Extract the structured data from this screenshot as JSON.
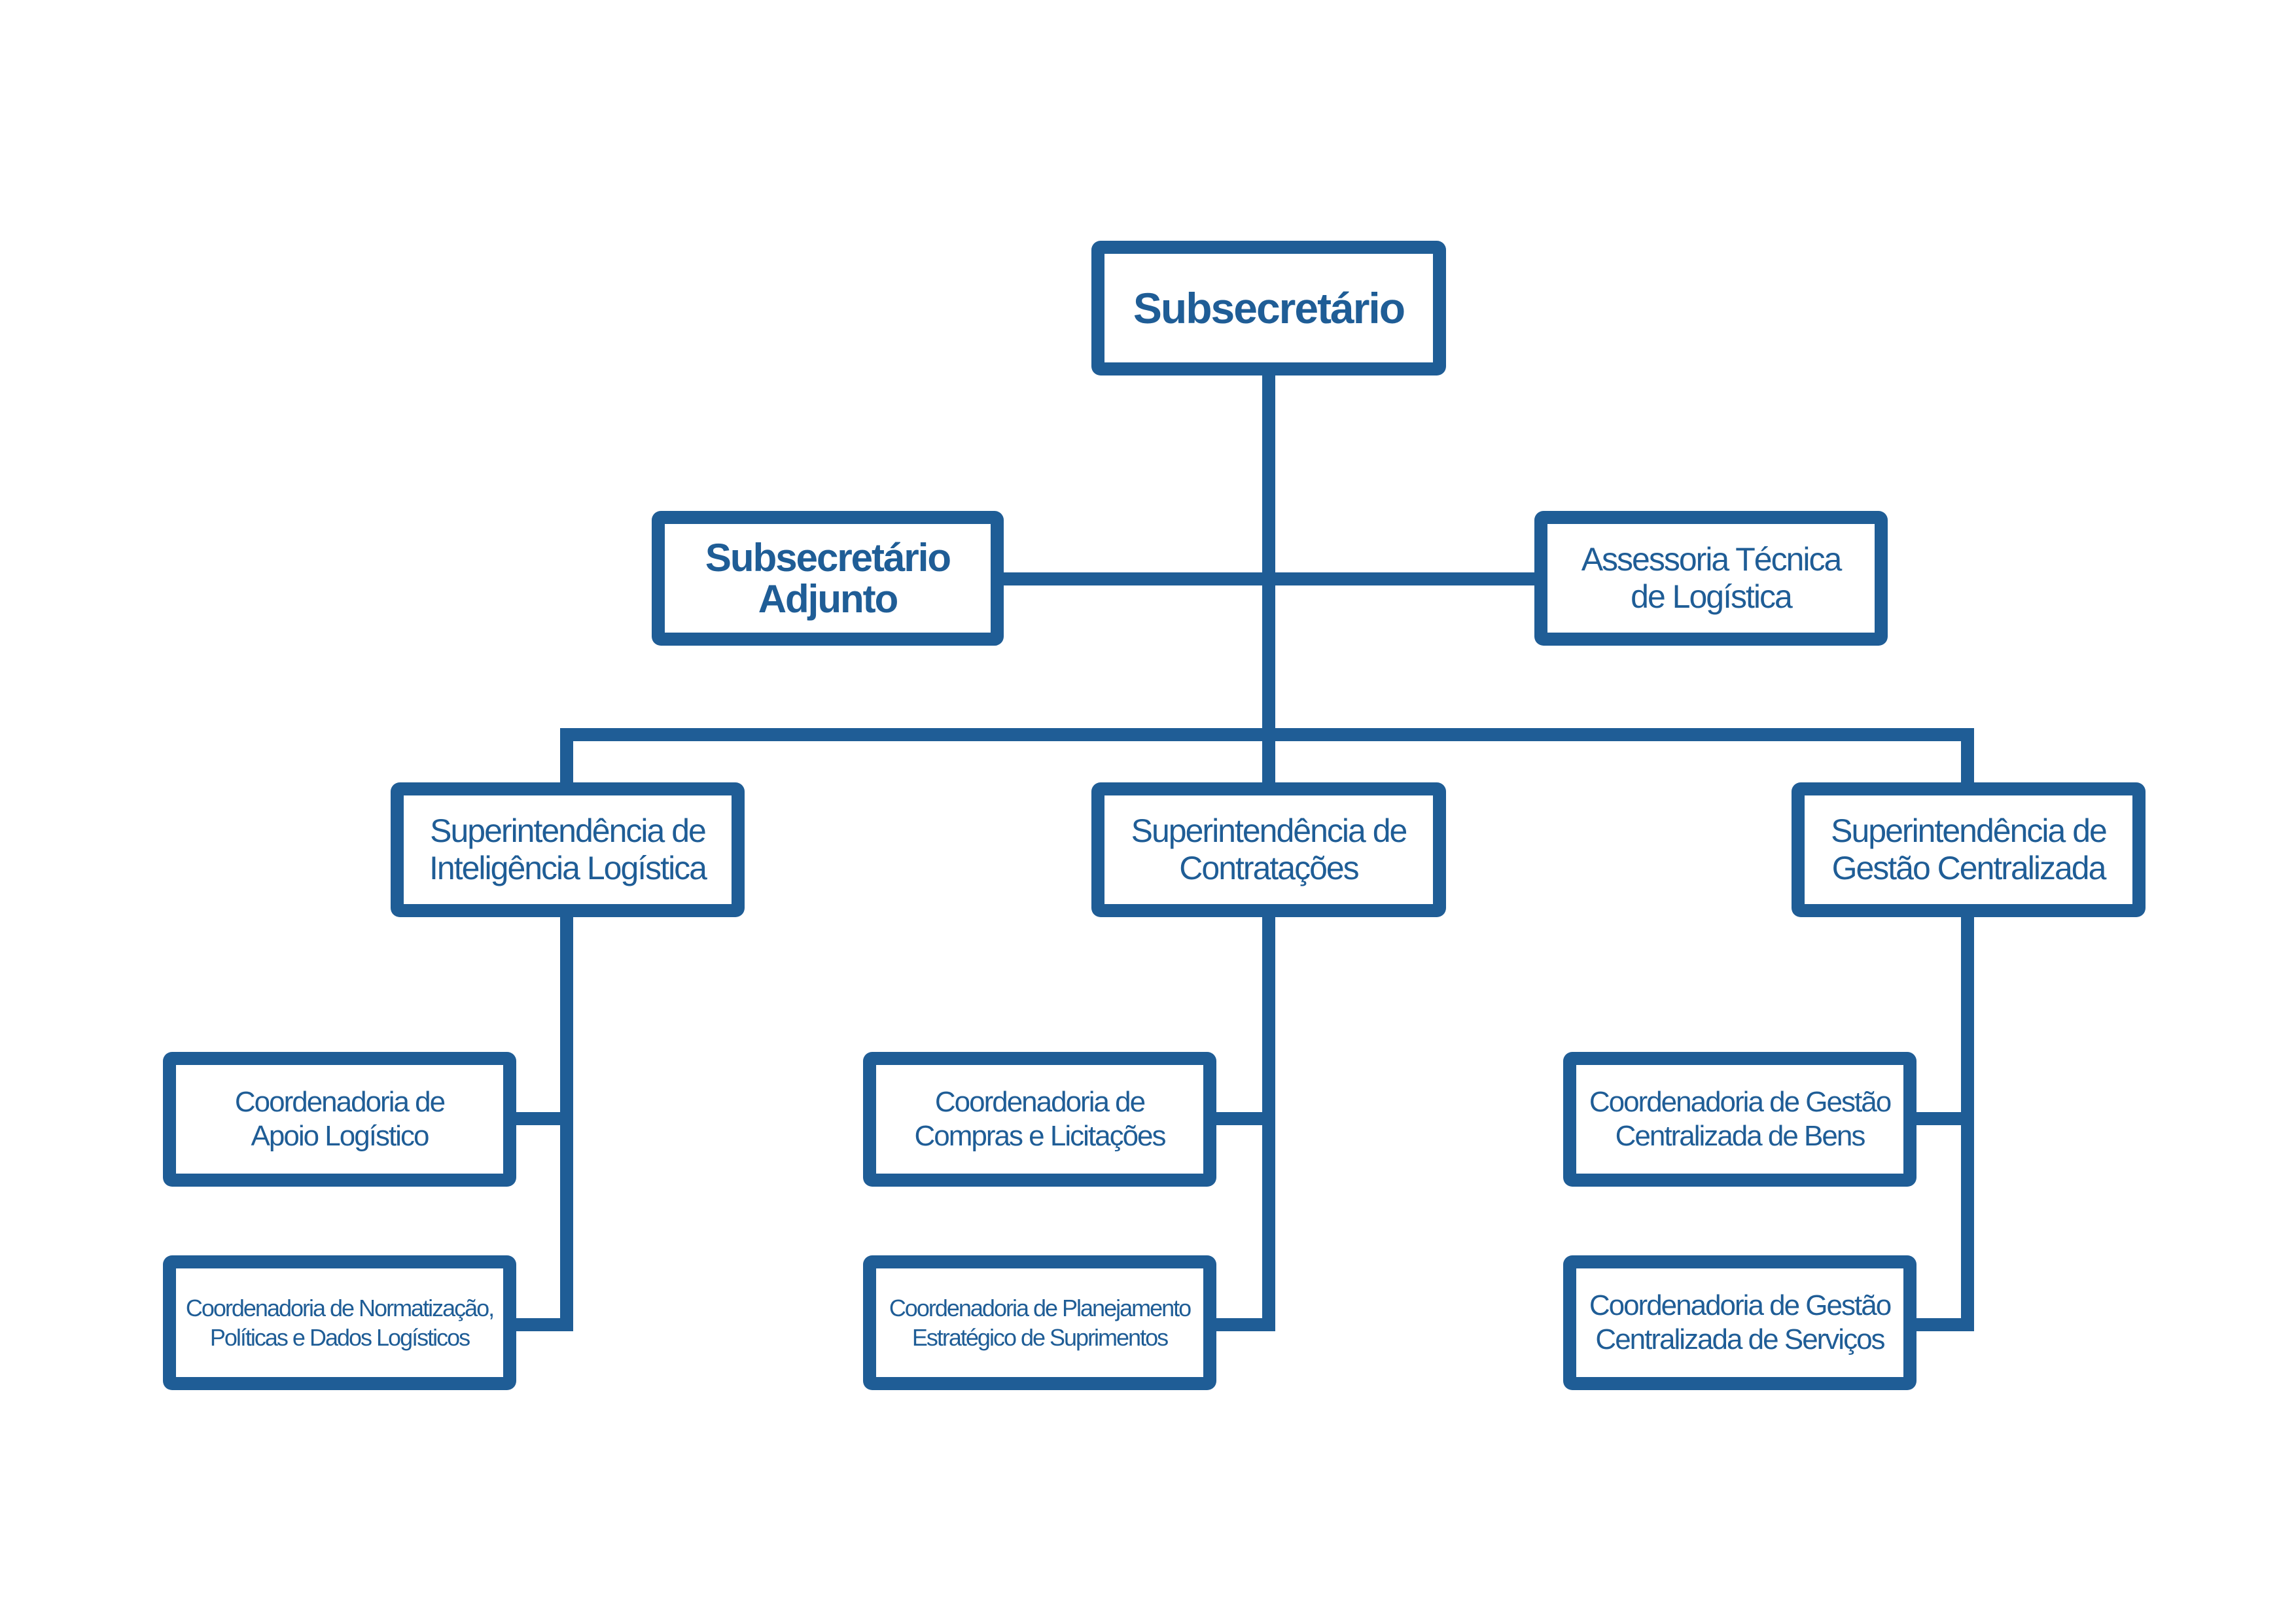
{
  "colors": {
    "accent": "#1f5d96",
    "background": "#ffffff"
  },
  "org": {
    "head": "Subsecretário",
    "deputy": "Subsecretário\nAdjunto",
    "advisory": "Assessoria Técnica\nde Logística",
    "superintendencies": [
      {
        "label": "Superintendência de\nInteligência Logística",
        "coordinations": [
          "Coordenadoria de\nApoio Logístico",
          "Coordenadoria de Normatização,\nPolíticas e Dados Logísticos"
        ]
      },
      {
        "label": "Superintendência de\nContratações",
        "coordinations": [
          "Coordenadoria de\nCompras e Licitações",
          "Coordenadoria de Planejamento\nEstratégico de Suprimentos"
        ]
      },
      {
        "label": "Superintendência de\nGestão Centralizada",
        "coordinations": [
          "Coordenadoria de Gestão\nCentralizada de Bens",
          "Coordenadoria de Gestão\nCentralizada de Serviços"
        ]
      }
    ]
  }
}
